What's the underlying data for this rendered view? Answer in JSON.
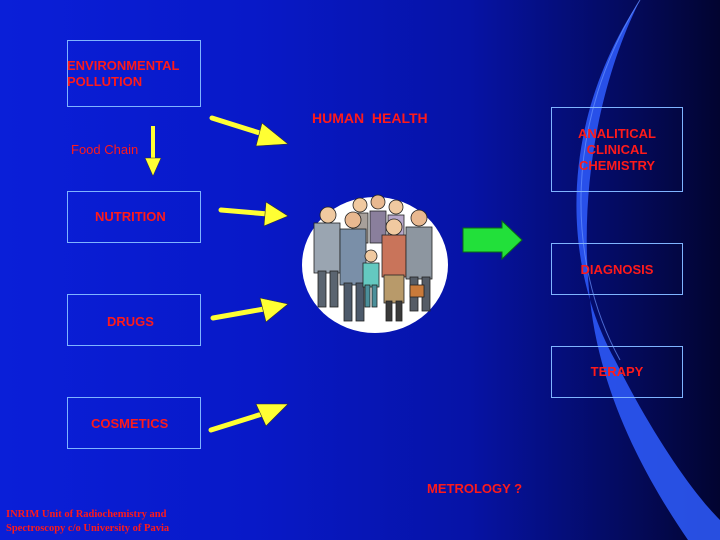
{
  "slide": {
    "title": "HUMAN  HEALTH",
    "left_boxes": [
      "ENVIRONMENTAL\nPOLLUTION",
      "NUTRITION",
      "DRUGS",
      "COSMETICS"
    ],
    "food_chain_label": "Food Chain",
    "right_boxes": [
      "ANALITICAL\nCLINICAL\nCHEMISTRY",
      "DIAGNOSIS",
      "TERAPY"
    ],
    "metrology": "METROLOGY ?",
    "footer": "INRIM Unit of Radiochemistry and Spectroscopy c/o University of Pavia",
    "image_icon": "crowd-of-people-icon"
  },
  "colors": {
    "background": "#0a1fd8",
    "text": "#ff1a1a",
    "box_border": "#7fb4ff",
    "arrow_yellow": "#ffff33",
    "arrow_green": "#22e03a",
    "swoosh": "#3a6cff"
  }
}
